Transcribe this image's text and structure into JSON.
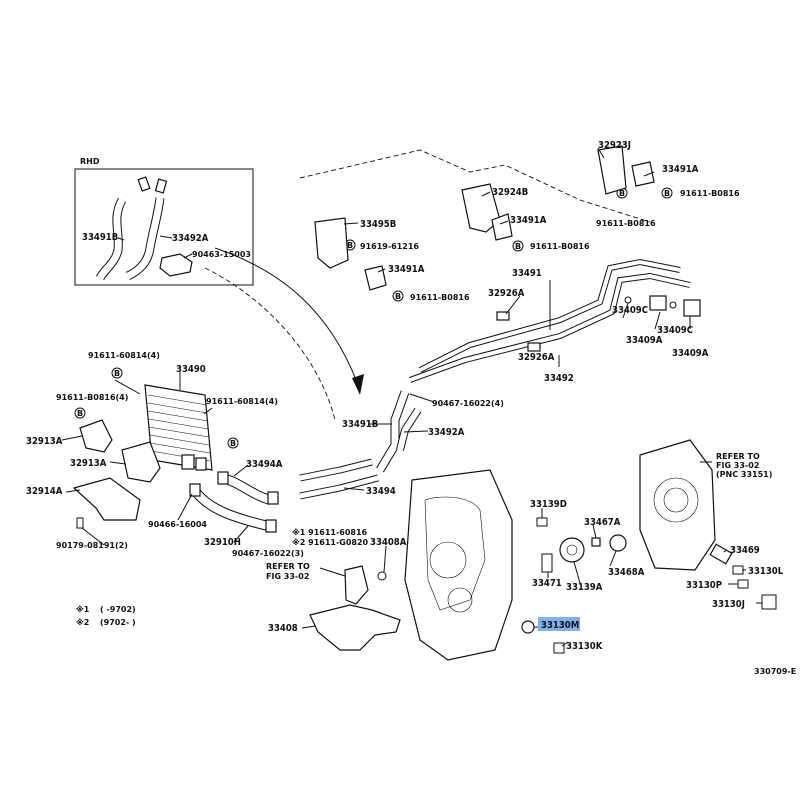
{
  "inset": {
    "title": "RHD",
    "labels": [
      "33491B",
      "33492A",
      "90463-15003"
    ]
  },
  "labels": {
    "l32923J": "32923J",
    "l33491A_1": "33491A",
    "l32924B": "32924B",
    "l91611B0816_1": "91611-B0816",
    "l33491A_2": "33491A",
    "l91611B0816_2": "91611-B0816",
    "l33495B": "33495B",
    "l91619": "91619-61216",
    "l91611B0816_3": "91611-B0816",
    "l33491A_3": "33491A",
    "l91611B0816_4": "91611-B0816",
    "l33491": "33491",
    "l32926A_1": "32926A",
    "l33409C_1": "33409C",
    "l33409C_2": "33409C",
    "l33409A_1": "33409A",
    "l33409A_2": "33409A",
    "l32926A_2": "32926A",
    "l33492": "33492",
    "l91611_60814_1": "91611-60814(4)",
    "l33490": "33490",
    "l91611_B0816_5": "91611-B0816(4)",
    "l91611_60814_2": "91611-60814(4)",
    "l90467_16022_4": "90467-16022(4)",
    "l32913A_1": "32913A",
    "l32913A_2": "32913A",
    "l33491B": "33491B",
    "l33492A": "33492A",
    "l33494A": "33494A",
    "l33494": "33494",
    "l32914A": "32914A",
    "l90466": "90466-16004",
    "l90179": "90179-08191(2)",
    "l32910H": "32910H",
    "l90467_16022_3": "90467-16022(3)",
    "l91611_60816": "※1 91611-60816",
    "l91611_G0820": "※2 91611-G0820",
    "l33408A": "33408A",
    "l_refer1a": "REFER TO",
    "l_refer1b": "FIG 33-02",
    "l33408": "33408",
    "l33139D": "33139D",
    "l33467A": "33467A",
    "l33471": "33471",
    "l33468A": "33468A",
    "l33139A": "33139A",
    "l33130M": "33130M",
    "l33130K": "33130K",
    "l_refer2a": "REFER TO",
    "l_refer2b": "FIG 33-02",
    "l_refer2c": "(PNC 33151)",
    "l33469": "33469",
    "l33130L": "33130L",
    "l33130P": "33130P",
    "l33130J": "33130J",
    "fig_code": "330709-E"
  },
  "footnotes": [
    {
      "mark": "※1",
      "range": "(      -9702)"
    },
    {
      "mark": "※2",
      "range": "(9702-      )"
    }
  ],
  "bolt_marker": "B",
  "highlight": {
    "part": "33130M",
    "color": "#7fb0f0"
  }
}
